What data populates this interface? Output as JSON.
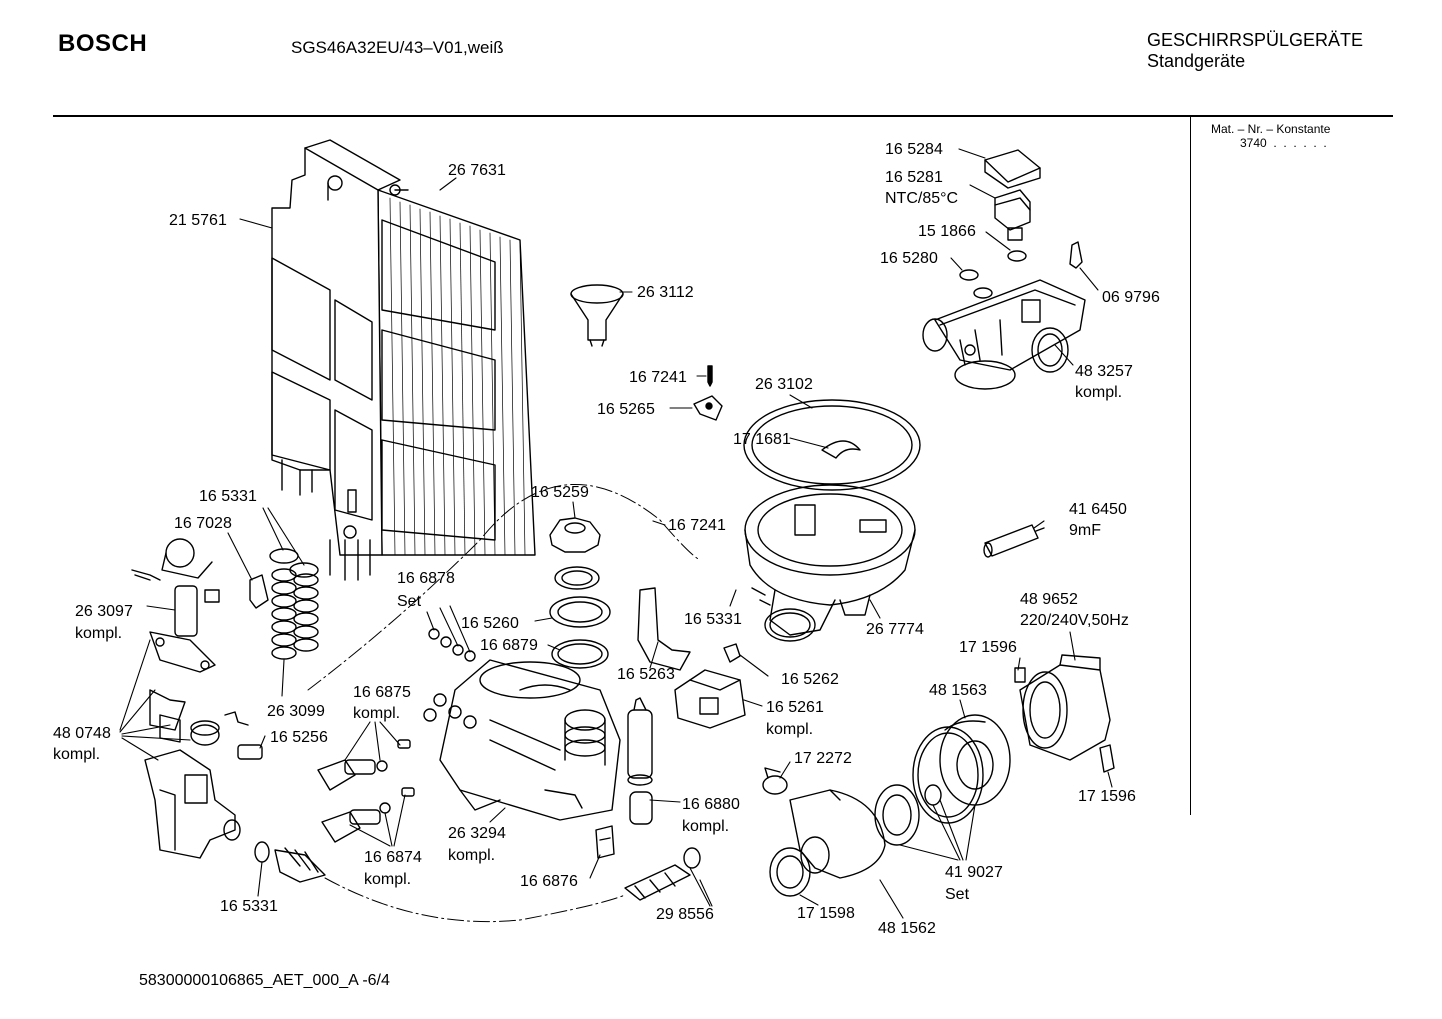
{
  "header": {
    "brand": "BOSCH",
    "model": "SGS46A32EU/43–V01,weiß",
    "category_line1": "GESCHIRRSPÜLGERÄTE",
    "category_line2": "Standgeräte"
  },
  "side_note": {
    "title": "Mat. – Nr. – Konstante",
    "value": "3740  .  .  .  .  .  ."
  },
  "footer": {
    "doc_id": "58300000106865_AET_000_A -6/4"
  },
  "part_labels": [
    "26 7631",
    "21 5761",
    "26 3112",
    "16 7241",
    "16 5265",
    "26 3102",
    "17 1681",
    "16 5284",
    "16 5281",
    "NTC/85°C",
    "15 1866",
    "16 5280",
    "06 9796",
    "48 3257",
    "kompl.",
    "41 6450",
    "9mF",
    "16 5331",
    "16 7028",
    "26 3097",
    "kompl.",
    "16 5259",
    "16 7241",
    "16 6878",
    "Set",
    "16 5260",
    "16 6879",
    "16 5331",
    "26 7774",
    "48 9652",
    "220/240V,50Hz",
    "17 1596",
    "16 5263",
    "16 5262",
    "48 1563",
    "16 5261",
    "kompl.",
    "26 3099",
    "16 6875",
    "kompl.",
    "48 0748",
    "kompl.",
    "16 5256",
    "17 2272",
    "17 1596",
    "16 6880",
    "kompl.",
    "26 3294",
    "kompl.",
    "16 6874",
    "kompl.",
    "41 9027",
    "Set",
    "16 6876",
    "16 5331",
    "29 8556",
    "17 1598",
    "48 1562"
  ]
}
